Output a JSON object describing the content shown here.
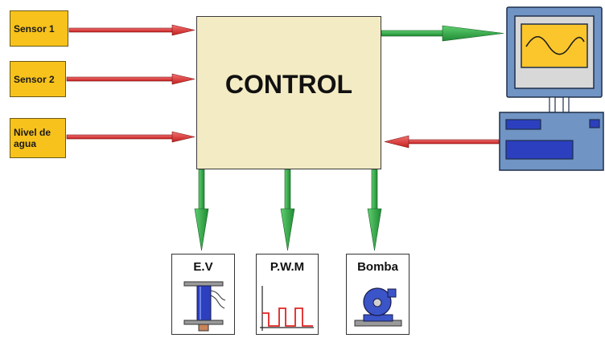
{
  "sensors": [
    {
      "label": "Sensor 1"
    },
    {
      "label": "Sensor 2"
    },
    {
      "label": "Nivel de agua"
    }
  ],
  "control": {
    "label": "CONTROL"
  },
  "outputs": [
    {
      "label": "E.V",
      "icon": "solenoid-valve-icon"
    },
    {
      "label": "P.W.M",
      "icon": "pwm-signal-icon"
    },
    {
      "label": "Bomba",
      "icon": "pump-icon"
    }
  ],
  "computer": {
    "icon": "desktop-computer-icon"
  },
  "colors": {
    "sensor_fill": "#f7c21c",
    "control_fill": "#f3ebc4",
    "input_arrow": "#d72b2b",
    "output_arrow": "#2aa044",
    "monitor_frame": "#7094c4",
    "screen_fill": "#fbc62c",
    "pwm_wave": "#e02424",
    "valve_coil": "#2b3fbf"
  }
}
